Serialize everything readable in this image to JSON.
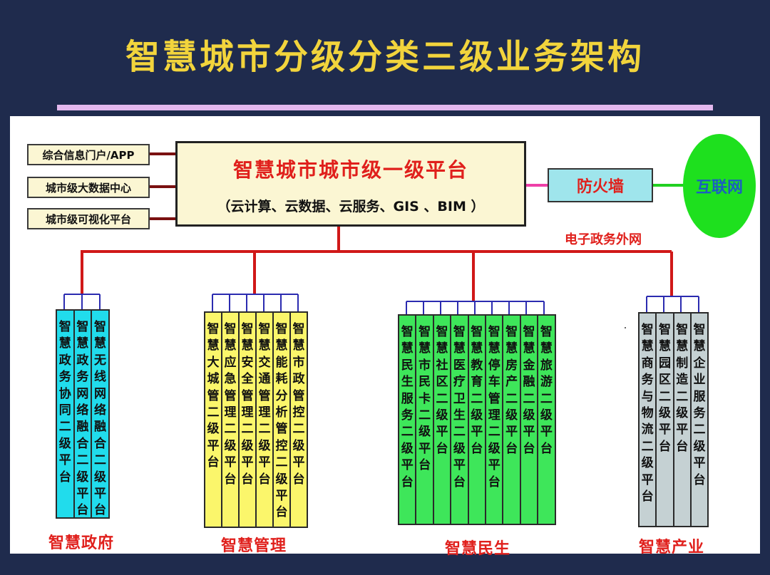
{
  "title": "智慧城市分级分类三级业务架构",
  "left_boxes": [
    "综合信息门户/APP",
    "城市级大数据中心",
    "城市级可视化平台"
  ],
  "main_platform": {
    "title": "智慧城市城市级一级平台",
    "subtitle": "（云计算、云数据、云服务、GIS 、BIM ）"
  },
  "firewall": "防火墙",
  "internet": "互联网",
  "network_label": "电子政务外网",
  "groups": [
    {
      "label": "智慧政府",
      "color": "#21dcec",
      "platforms": [
        "智慧政务协同二级平台",
        "智慧政务网络融合二级平台",
        "智慧无线网络融合二级平台"
      ]
    },
    {
      "label": "智慧管理",
      "color": "#fbf66b",
      "platforms": [
        "智慧大城管二级平台",
        "智慧应急管理二级平台",
        "智慧安全管理二级平台",
        "智慧交通管理二级平台",
        "智慧能耗分析管控二级平台",
        "智慧市政管控二级平台"
      ]
    },
    {
      "label": "智慧民生",
      "color": "#3ee65a",
      "platforms": [
        "智慧民生服务二级平台",
        "智慧市民卡二级平台",
        "智慧社区二级平台",
        "智慧医疗卫生二级平台",
        "智慧教育二级平台",
        "智慧停车管理二级平台",
        "智慧房产二级平台",
        "智慧金融二级平台",
        "智慧旅游二级平台"
      ]
    },
    {
      "label": "智慧产业",
      "color": "#c5d1d3",
      "platforms": [
        "智慧商务与物流二级平台",
        "智慧园区二级平台",
        "智慧制造二级平台",
        "智慧企业服务二级平台"
      ]
    }
  ],
  "colors": {
    "background": "#1f2b4d",
    "title": "#f2d43c",
    "line_red": "#d01818",
    "line_blue": "#2b2bb0",
    "label_red": "#e0201c"
  }
}
